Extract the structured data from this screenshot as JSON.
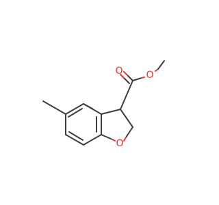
{
  "molecule": {
    "atoms": {
      "carbonyl_oxygen": {
        "label": "O",
        "element": "oxygen",
        "color": "#e8382e"
      },
      "ester_oxygen": {
        "label": "O",
        "element": "oxygen",
        "color": "#e8382e"
      },
      "ring_oxygen": {
        "label": "O",
        "element": "oxygen",
        "color": "#e8382e"
      }
    },
    "colors": {
      "bond": "#3d3d3d",
      "heteroatom": "#e8382e",
      "background": "#ffffff"
    }
  }
}
